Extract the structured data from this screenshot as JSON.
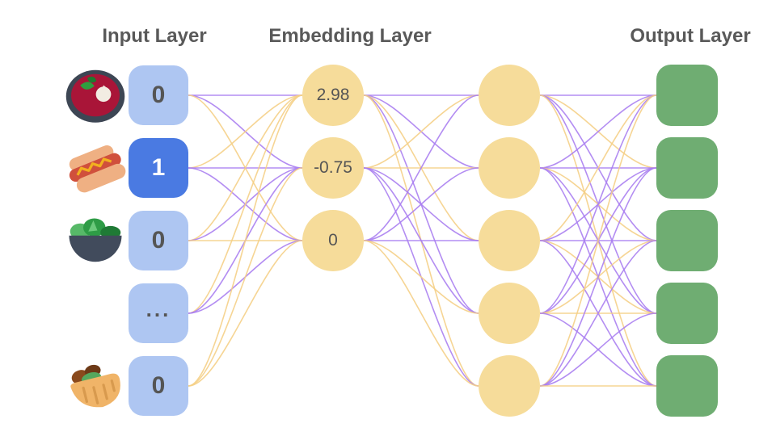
{
  "titles": {
    "input": "Input Layer",
    "embedding": "Embedding Layer",
    "output": "Output Layer"
  },
  "input_layer": {
    "nodes": [
      {
        "value": "0",
        "icon": "borscht-bowl",
        "active": false
      },
      {
        "value": "1",
        "icon": "hot-dog",
        "active": true
      },
      {
        "value": "0",
        "icon": "salad-bowl",
        "active": false
      },
      {
        "value": "...",
        "icon": null,
        "active": false
      },
      {
        "value": "0",
        "icon": "stuffed-flatbread",
        "active": false
      }
    ]
  },
  "embedding_layer": {
    "values": [
      "2.98",
      "-0.75",
      "0"
    ]
  },
  "hidden_layer": {
    "count": 5
  },
  "output_layer": {
    "count": 5
  },
  "colors": {
    "input_inactive": "#aec6f2",
    "input_active": "#4a7ae2",
    "input_text": "#555555",
    "input_active_text": "#ffffff",
    "embedding_fill": "#f6dc9a",
    "embedding_text": "#555555",
    "output_fill": "#6fad72",
    "edge_purple": "#a97df0",
    "edge_yellow": "#f5cf85",
    "title_text": "#595959"
  },
  "connections": {
    "input_to_embedding": [
      [
        "p",
        "p",
        "y"
      ],
      [
        "y",
        "p",
        "p"
      ],
      [
        "y",
        "p",
        "y"
      ],
      [
        "y",
        "p",
        "p"
      ],
      [
        "y",
        "y",
        "y"
      ]
    ],
    "embedding_to_hidden": [
      [
        "p",
        "p",
        "y",
        "p",
        "y"
      ],
      [
        "y",
        "y",
        "p",
        "p",
        "p"
      ],
      [
        "p",
        "p",
        "p",
        "y",
        "y"
      ]
    ],
    "hidden_to_output": [
      [
        "p",
        "y",
        "p",
        "p",
        "y"
      ],
      [
        "p",
        "p",
        "y",
        "p",
        "p"
      ],
      [
        "y",
        "p",
        "p",
        "y",
        "p"
      ],
      [
        "p",
        "p",
        "y",
        "y",
        "p"
      ],
      [
        "y",
        "p",
        "p",
        "p",
        "y"
      ]
    ]
  }
}
